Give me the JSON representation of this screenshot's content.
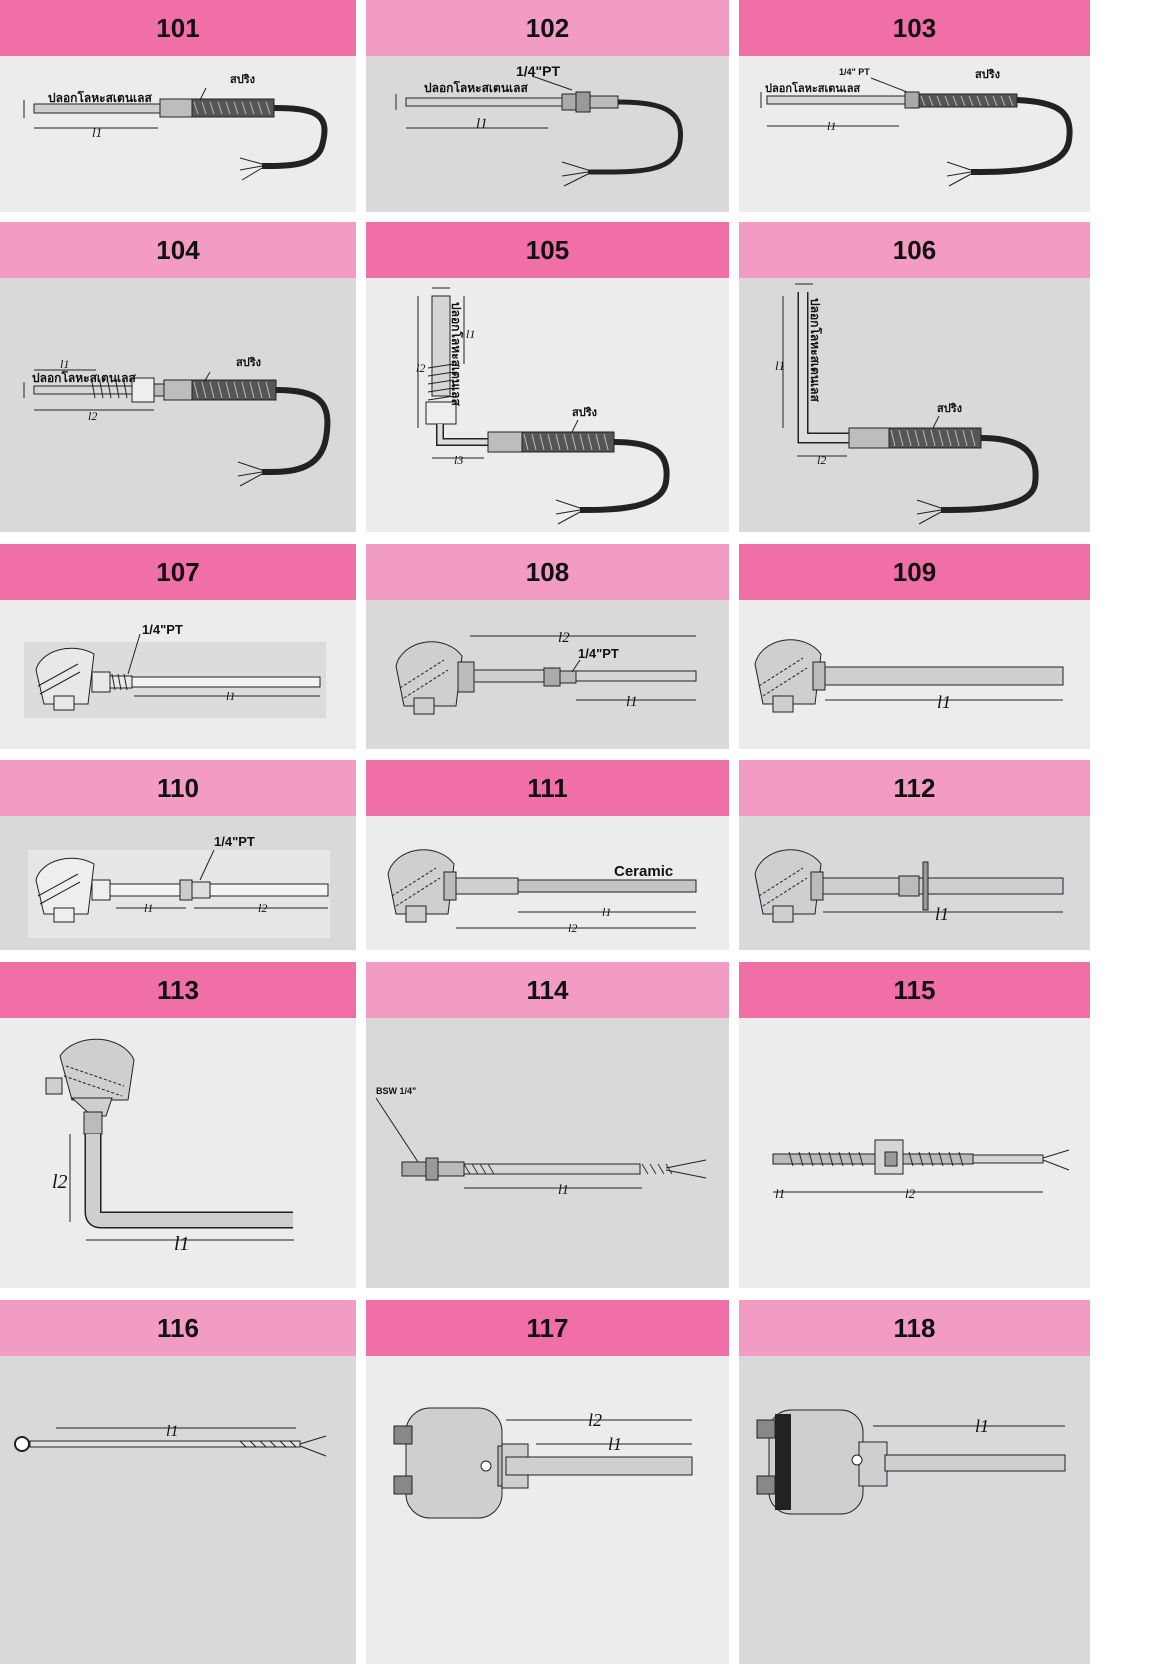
{
  "colors": {
    "header_dark": "#ef6fa6",
    "header_light": "#f39cc3",
    "panel_light": "#ececec",
    "panel_dark": "#d9d9dc",
    "sheath": "#c9c9c9",
    "ink": "#222222"
  },
  "cards": [
    {
      "id": "101",
      "labels": {
        "sheath": "ปลอกโลหะสเตนเลส",
        "spring": "สปริง",
        "l1": "l1"
      }
    },
    {
      "id": "102",
      "labels": {
        "thread": "1/4\"PT",
        "sheath": "ปลอกโลหะสเตนเลส",
        "l1": "l1"
      }
    },
    {
      "id": "103",
      "labels": {
        "thread": "1/4\" PT",
        "sheath": "ปลอกโลหะสเตนเลส",
        "spring": "สปริง",
        "l1": "l1"
      }
    },
    {
      "id": "104",
      "labels": {
        "sheath": "ปลอกโลหะสเตนเลส",
        "spring": "สปริง",
        "l1": "l1",
        "l2": "l2"
      }
    },
    {
      "id": "105",
      "labels": {
        "sheath": "ปลอกโลหะสเตนเลส",
        "spring": "สปริง",
        "l1": "l1",
        "l2": "l2",
        "l3": "l3"
      }
    },
    {
      "id": "106",
      "labels": {
        "sheath": "ปลอกโลหะสเตนเลส",
        "spring": "สปริง",
        "l1": "l1",
        "l2": "l2"
      }
    },
    {
      "id": "107",
      "labels": {
        "thread": "1/4\"PT",
        "l1": "l1"
      }
    },
    {
      "id": "108",
      "labels": {
        "thread": "1/4\"PT",
        "l1": "l1",
        "l2": "l2"
      }
    },
    {
      "id": "109",
      "labels": {
        "l1": "l1"
      }
    },
    {
      "id": "110",
      "labels": {
        "thread": "1/4\"PT",
        "l1": "l1",
        "l2": "l2"
      }
    },
    {
      "id": "111",
      "labels": {
        "ceramic": "Ceramic",
        "l1": "l1",
        "l2": "l2"
      }
    },
    {
      "id": "112",
      "labels": {
        "l1": "l1"
      }
    },
    {
      "id": "113",
      "labels": {
        "l1": "l1",
        "l2": "l2"
      }
    },
    {
      "id": "114",
      "labels": {
        "thread": "BSW 1/4\"",
        "l1": "l1"
      }
    },
    {
      "id": "115",
      "labels": {
        "l1": "l1",
        "l2": "l2"
      }
    },
    {
      "id": "116",
      "labels": {
        "l1": "l1"
      }
    },
    {
      "id": "117",
      "labels": {
        "l1": "l1",
        "l2": "l2"
      }
    },
    {
      "id": "118",
      "labels": {
        "l1": "l1"
      }
    }
  ]
}
